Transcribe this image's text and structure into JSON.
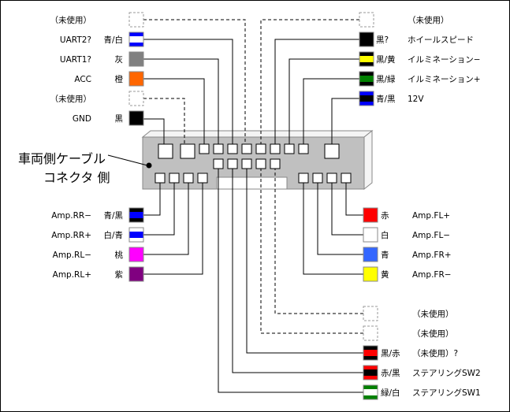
{
  "connector": {
    "label_line1": "車両側ケーブル",
    "label_line2": "コネクタ 側"
  },
  "colors": {
    "connector_body": "#c0c0c0",
    "blue": "#0000ff",
    "white": "#ffffff",
    "gray": "#808080",
    "orange": "#ff6600",
    "black": "#000000",
    "yellow": "#ffff00",
    "green": "#008000",
    "magenta": "#ff00ff",
    "purple": "#800080",
    "red": "#ff0000",
    "light_blue": "#3366ff"
  },
  "left_top": [
    {
      "signal": "（未使用）",
      "color_name": "",
      "unused": true
    },
    {
      "signal": "UART2?",
      "color_name": "青/白",
      "stripes": [
        "#0000ff",
        "#ffffff",
        "#0000ff"
      ]
    },
    {
      "signal": "UART1?",
      "color_name": "灰",
      "stripes": [
        "#808080"
      ]
    },
    {
      "signal": "ACC",
      "color_name": "橙",
      "stripes": [
        "#ff6600"
      ]
    },
    {
      "signal": "（未使用）",
      "color_name": "",
      "unused": true
    },
    {
      "signal": "GND",
      "color_name": "黒",
      "stripes": [
        "#000000"
      ]
    }
  ],
  "right_top": [
    {
      "signal": "（未使用）",
      "color_name": "",
      "unused": true
    },
    {
      "signal": "ホイールスピード",
      "color_name": "黒?",
      "stripes": [
        "#000000"
      ]
    },
    {
      "signal": "イルミネーション−",
      "color_name": "黒/黄",
      "stripes": [
        "#000000",
        "#ffff00",
        "#000000"
      ]
    },
    {
      "signal": "イルミネーション+",
      "color_name": "黒/緑",
      "stripes": [
        "#000000",
        "#008000",
        "#000000"
      ]
    },
    {
      "signal": "12V",
      "color_name": "青/黒",
      "stripes": [
        "#0000ff",
        "#000000",
        "#0000ff"
      ]
    }
  ],
  "left_bottom": [
    {
      "signal": "Amp.RR−",
      "color_name": "青/黒",
      "stripes": [
        "#000000",
        "#0000ff",
        "#000000"
      ]
    },
    {
      "signal": "Amp.RR+",
      "color_name": "白/青",
      "stripes": [
        "#ffffff",
        "#0000ff",
        "#ffffff"
      ]
    },
    {
      "signal": "Amp.RL−",
      "color_name": "桃",
      "stripes": [
        "#ff00ff"
      ]
    },
    {
      "signal": "Amp.RL+",
      "color_name": "紫",
      "stripes": [
        "#800080"
      ]
    }
  ],
  "right_middle": [
    {
      "signal": "Amp.FL+",
      "color_name": "赤",
      "stripes": [
        "#ff0000"
      ]
    },
    {
      "signal": "Amp.FL−",
      "color_name": "白",
      "stripes": [
        "#ffffff"
      ]
    },
    {
      "signal": "Amp.FR+",
      "color_name": "青",
      "stripes": [
        "#3366ff"
      ]
    },
    {
      "signal": "Amp.FR−",
      "color_name": "黄",
      "stripes": [
        "#ffff00"
      ]
    }
  ],
  "right_bottom": [
    {
      "signal": "（未使用）",
      "color_name": "",
      "unused": true
    },
    {
      "signal": "（未使用）",
      "color_name": "",
      "unused": true
    },
    {
      "signal": "（未使用）?",
      "color_name": "黒/赤",
      "stripes": [
        "#000000",
        "#ff0000",
        "#000000"
      ]
    },
    {
      "signal": "ステアリングSW2",
      "color_name": "赤/黒",
      "stripes": [
        "#ff0000",
        "#000000",
        "#ff0000"
      ]
    },
    {
      "signal": "ステアリングSW1",
      "color_name": "緑/白",
      "stripes": [
        "#008000",
        "#ffffff",
        "#008000"
      ]
    }
  ]
}
